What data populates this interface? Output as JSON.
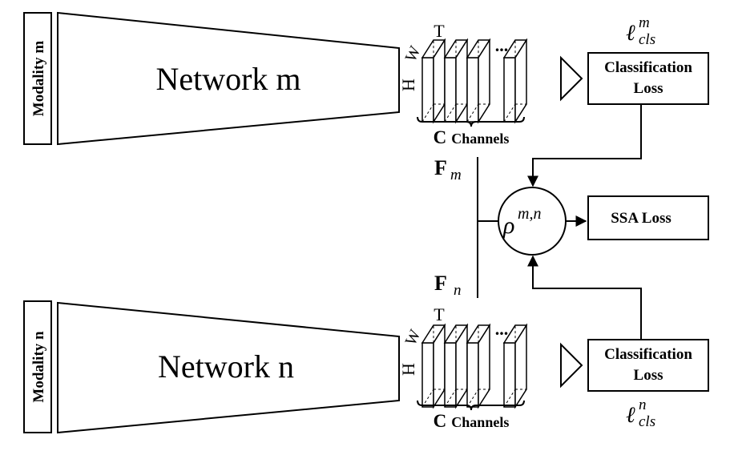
{
  "top": {
    "modality_label": "Modality m",
    "network_label": "Network m",
    "dim_t": "T",
    "dim_w": "W",
    "dim_h": "H",
    "ellipsis": "...",
    "channels_c": "C",
    "channels_word": "Channels",
    "loss_line1": "Classification",
    "loss_line2": "Loss",
    "loss_symbol_base": "ℓ",
    "loss_symbol_sup": "m",
    "loss_symbol_sub": "cls",
    "feature_base": "F",
    "feature_sub": "m"
  },
  "bottom": {
    "modality_label": "Modality n",
    "network_label": "Network n",
    "dim_t": "T",
    "dim_w": "W",
    "dim_h": "H",
    "ellipsis": "...",
    "channels_c": "C",
    "channels_word": "Channels",
    "loss_line1": "Classification",
    "loss_line2": "Loss",
    "loss_symbol_base": "ℓ",
    "loss_symbol_sup": "n",
    "loss_symbol_sub": "cls",
    "feature_base": "F",
    "feature_sub": "n"
  },
  "center": {
    "rho_base": "ρ",
    "rho_sup": "m,n",
    "ssa_label": "SSA Loss"
  },
  "colors": {
    "stroke": "#000000",
    "background": "#ffffff"
  }
}
